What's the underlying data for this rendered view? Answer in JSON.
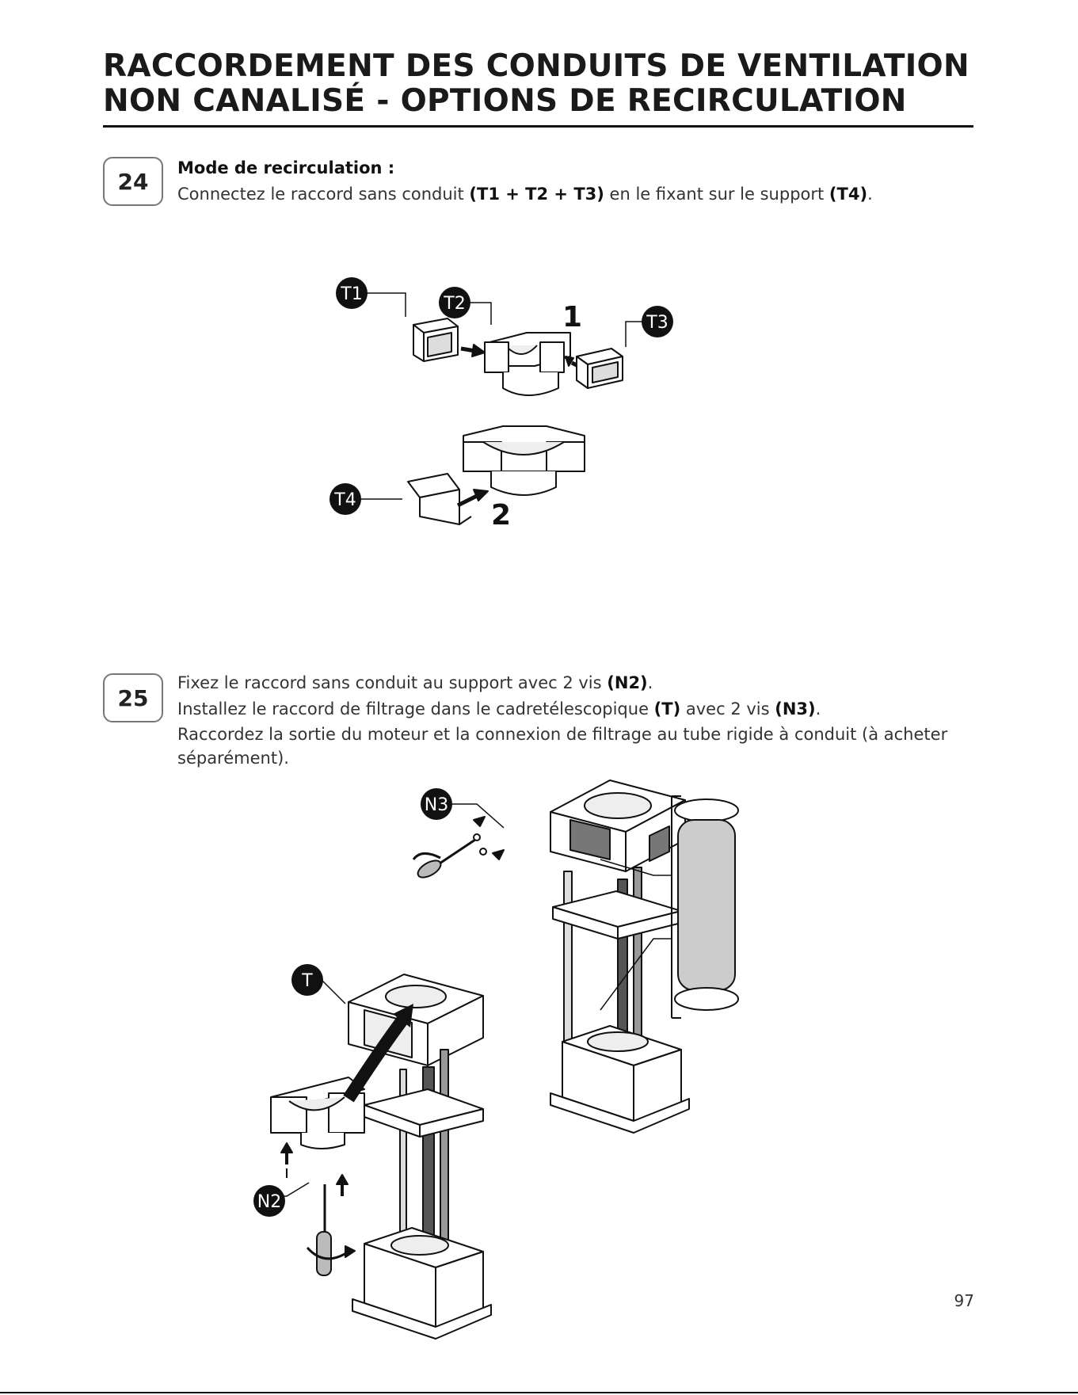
{
  "title": {
    "line1": "RACCORDEMENT DES CONDUITS DE VENTILATION",
    "line2": "NON CANALISÉ - OPTIONS DE RECIRCULATION"
  },
  "steps": [
    {
      "number": "24",
      "heading": "Mode de recirculation :",
      "line1_a": "Connectez le raccord sans conduit ",
      "line1_b": "(T1 + T2 + T3)",
      "line1_c": " en le fixant sur le support ",
      "line1_d": "(T4)",
      "line1_e": "."
    },
    {
      "number": "25",
      "line1_a": "Fixez le raccord sans conduit au support avec 2 vis ",
      "line1_b": "(N2)",
      "line1_c": ".",
      "line2_a": "Installez le raccord de filtrage dans le cadretélescopique ",
      "line2_b": "(T)",
      "line2_c": " avec 2 vis ",
      "line2_d": "(N3)",
      "line2_e": ".",
      "line3": "Raccordez la sortie du moteur et la connexion de filtrage au tube rigide à conduit (à acheter séparément)."
    }
  ],
  "figure1": {
    "callouts": {
      "t1": "T1",
      "t2": "T2",
      "t3": "T3",
      "t4": "T4"
    },
    "step_labels": {
      "one": "1",
      "two": "2"
    }
  },
  "figure2": {
    "callouts": {
      "n3": "N3",
      "t": "T",
      "n2": "N2"
    }
  },
  "page_number": "97"
}
